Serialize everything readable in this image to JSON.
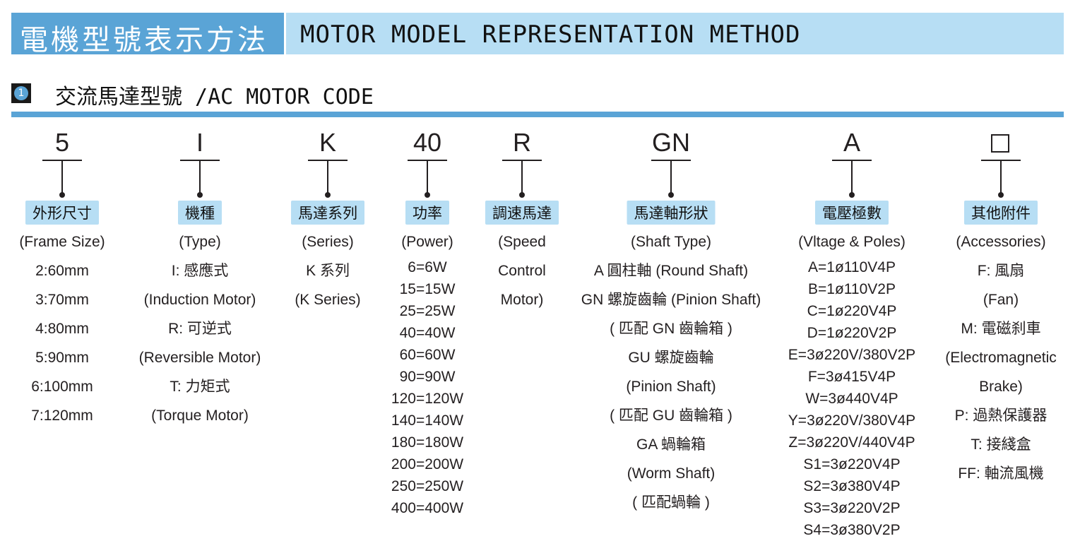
{
  "header": {
    "title_cn": "電機型號表示方法",
    "title_en": "MOTOR MODEL REPRESENTATION METHOD"
  },
  "section": {
    "number": "1",
    "title": "交流馬達型號 /AC MOTOR CODE"
  },
  "colors": {
    "banner_dark": "#5aa4d6",
    "banner_light": "#b7def4",
    "label_bg": "#b7def4",
    "text": "#231f20"
  },
  "columns": [
    {
      "code": "5",
      "label": "外形尺寸",
      "lines": [
        "(Frame Size)",
        "2:60mm",
        "3:70mm",
        "4:80mm",
        "5:90mm",
        "6:100mm",
        "7:120mm"
      ]
    },
    {
      "code": "I",
      "label": "機種",
      "lines": [
        "(Type)",
        "I: 感應式",
        "(Induction Motor)",
        "R: 可逆式",
        "(Reversible Motor)",
        "T: 力矩式",
        "(Torque Motor)"
      ]
    },
    {
      "code": "K",
      "label": "馬達系列",
      "lines": [
        "(Series)",
        "K 系列",
        "(K Series)"
      ]
    },
    {
      "code": "40",
      "label": "功率",
      "lines": [
        "(Power)",
        "6=6W",
        "15=15W",
        "25=25W",
        "40=40W",
        "60=60W",
        "90=90W",
        "120=120W",
        "140=140W",
        "180=180W",
        "200=200W",
        "250=250W",
        "400=400W"
      ]
    },
    {
      "code": "R",
      "label": "調速馬達",
      "lines": [
        "(Speed",
        "Control",
        "Motor)"
      ]
    },
    {
      "code": "GN",
      "label": "馬達軸形狀",
      "lines": [
        "(Shaft Type)",
        "A 圓柱軸 (Round Shaft)",
        "GN 螺旋齒輪 (Pinion Shaft)",
        "( 匹配 GN 齒輪箱 )",
        "GU 螺旋齒輪",
        "(Pinion Shaft)",
        "( 匹配 GU 齒輪箱 )",
        "GA 蝸輪箱",
        "(Worm Shaft)",
        "( 匹配蝸輪 )"
      ]
    },
    {
      "code": "A",
      "label": "電壓極數",
      "lines": [
        "(Vltage & Poles)",
        "A=1ø110V4P",
        "B=1ø110V2P",
        "C=1ø220V4P",
        "D=1ø220V2P",
        "E=3ø220V/380V2P",
        "F=3ø415V4P",
        "W=3ø440V4P",
        "Y=3ø220V/380V4P",
        "Z=3ø220V/440V4P",
        "S1=3ø220V4P",
        "S2=3ø380V4P",
        "S3=3ø220V2P",
        "S4=3ø380V2P"
      ]
    },
    {
      "code": "",
      "code_box": true,
      "label": "其他附件",
      "lines": [
        "(Accessories)",
        "F: 風扇",
        "(Fan)",
        "M: 電磁刹車",
        "(Electromagnetic",
        "Brake)",
        "P: 過熱保護器",
        "T: 接綫盒",
        "FF: 軸流風機"
      ]
    }
  ]
}
